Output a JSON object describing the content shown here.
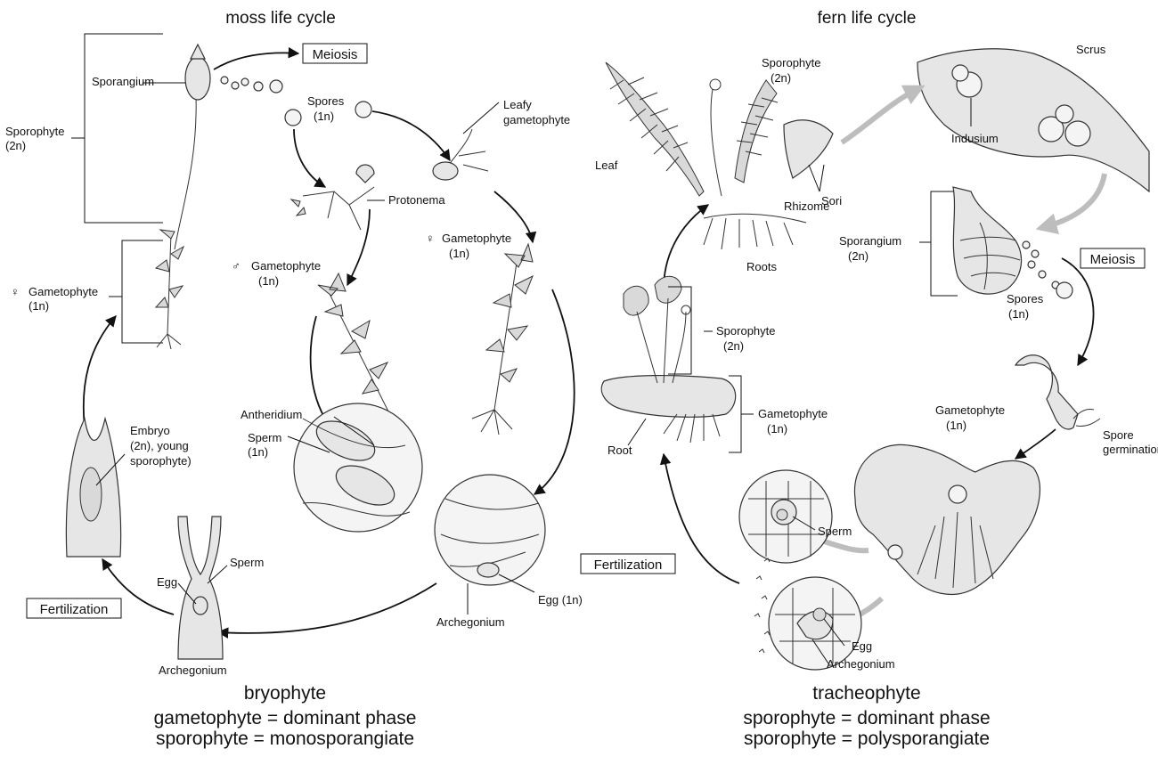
{
  "moss": {
    "title": "moss life cycle",
    "meiosis": "Meiosis",
    "sporangium": "Sporangium",
    "spores": "Spores",
    "spores_ploidy": "(1n)",
    "sporophyte": "Sporophyte",
    "sporophyte_ploidy": "(2n)",
    "leafy_gametophyte_1": "Leafy",
    "leafy_gametophyte_2": "gametophyte",
    "protonema": "Protonema",
    "female_gametophyte": "Gametophyte",
    "female_gametophyte_ploidy": "(1n)",
    "male_gametophyte": "Gametophyte",
    "male_gametophyte_ploidy": "(1n)",
    "left_gametophyte": "Gametophyte",
    "left_gametophyte_ploidy": "(1n)",
    "embryo_1": "Embryo",
    "embryo_2": "(2n), young",
    "embryo_3": "sporophyte)",
    "antheridium": "Antheridium",
    "sperm_inset": "Sperm",
    "sperm_inset_ploidy": "(1n)",
    "sperm": "Sperm",
    "egg": "Egg",
    "egg_1n": "Egg (1n)",
    "archegonium_right": "Archegonium",
    "archegonium_bottom": "Archegonium",
    "fertilization": "Fertilization",
    "group": "bryophyte",
    "note_1": "gametophyte = dominant phase",
    "note_2": "sporophyte = monosporangiate"
  },
  "fern": {
    "title": "fern life cycle",
    "sporophyte_top": "Sporophyte",
    "sporophyte_top_ploidy": "(2n)",
    "scrus": "Scrus",
    "indusium": "Indusium",
    "leaf": "Leaf",
    "sori": "Sori",
    "rhizome": "Rhizome",
    "roots": "Roots",
    "sporangium": "Sporangium",
    "sporangium_ploidy": "(2n)",
    "meiosis": "Meiosis",
    "spores": "Spores",
    "spores_ploidy": "(1n)",
    "young_sporophyte": "Sporophyte",
    "young_sporophyte_ploidy": "(2n)",
    "young_gametophyte": "Gametophyte",
    "young_gametophyte_ploidy": "(1n)",
    "root": "Root",
    "spore_germination_1": "Spore",
    "spore_germination_2": "germination",
    "gametophyte": "Gametophyte",
    "gametophyte_ploidy": "(1n)",
    "sperm": "Sperm",
    "fertilization": "Fertilization",
    "egg": "Egg",
    "archegonium": "Archegonium",
    "group": "tracheophyte",
    "note_1": "sporophyte = dominant phase",
    "note_2": "sporophyte = polysporangiate"
  },
  "symbols": {
    "female": "♀",
    "male": "♂"
  }
}
